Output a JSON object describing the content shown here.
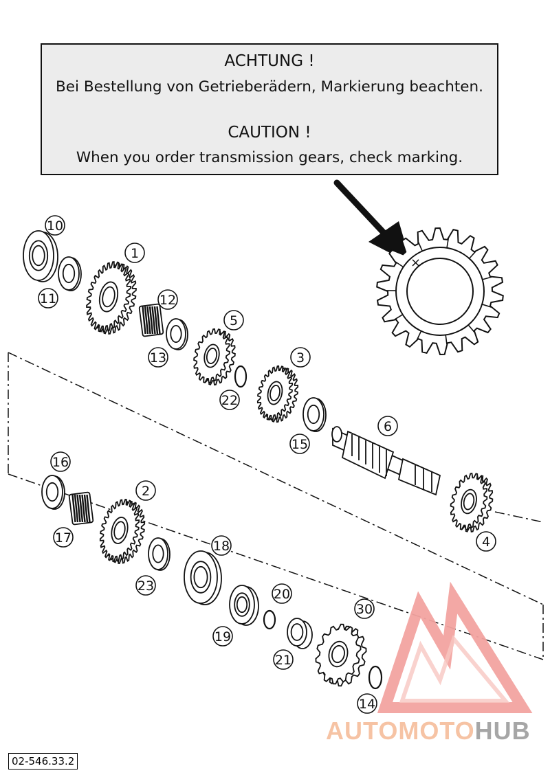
{
  "notice": {
    "heading_de": "ACHTUNG !",
    "text_de": "Bei Bestellung von Getrieberädern, Markierung beachten.",
    "heading_en": "CAUTION !",
    "text_en": "When you order transmission gears, check marking."
  },
  "marking_symbol": "×",
  "part_numbers": [
    "10",
    "11",
    "1",
    "12",
    "13",
    "5",
    "22",
    "3",
    "15",
    "6",
    "16",
    "2",
    "17",
    "23",
    "18",
    "4",
    "20",
    "19",
    "21",
    "30",
    "14"
  ],
  "watermark": {
    "part1": "AUTOMOTO",
    "part2": "HUB",
    "colors": {
      "accent": "#f2a3a0",
      "accent_light": "#f6c9b6",
      "gray": "#a6a6a6"
    }
  },
  "doc_code": "02-546.33.2",
  "colors": {
    "line": "#111111",
    "box_fill": "#ececec",
    "paper": "#ffffff"
  }
}
